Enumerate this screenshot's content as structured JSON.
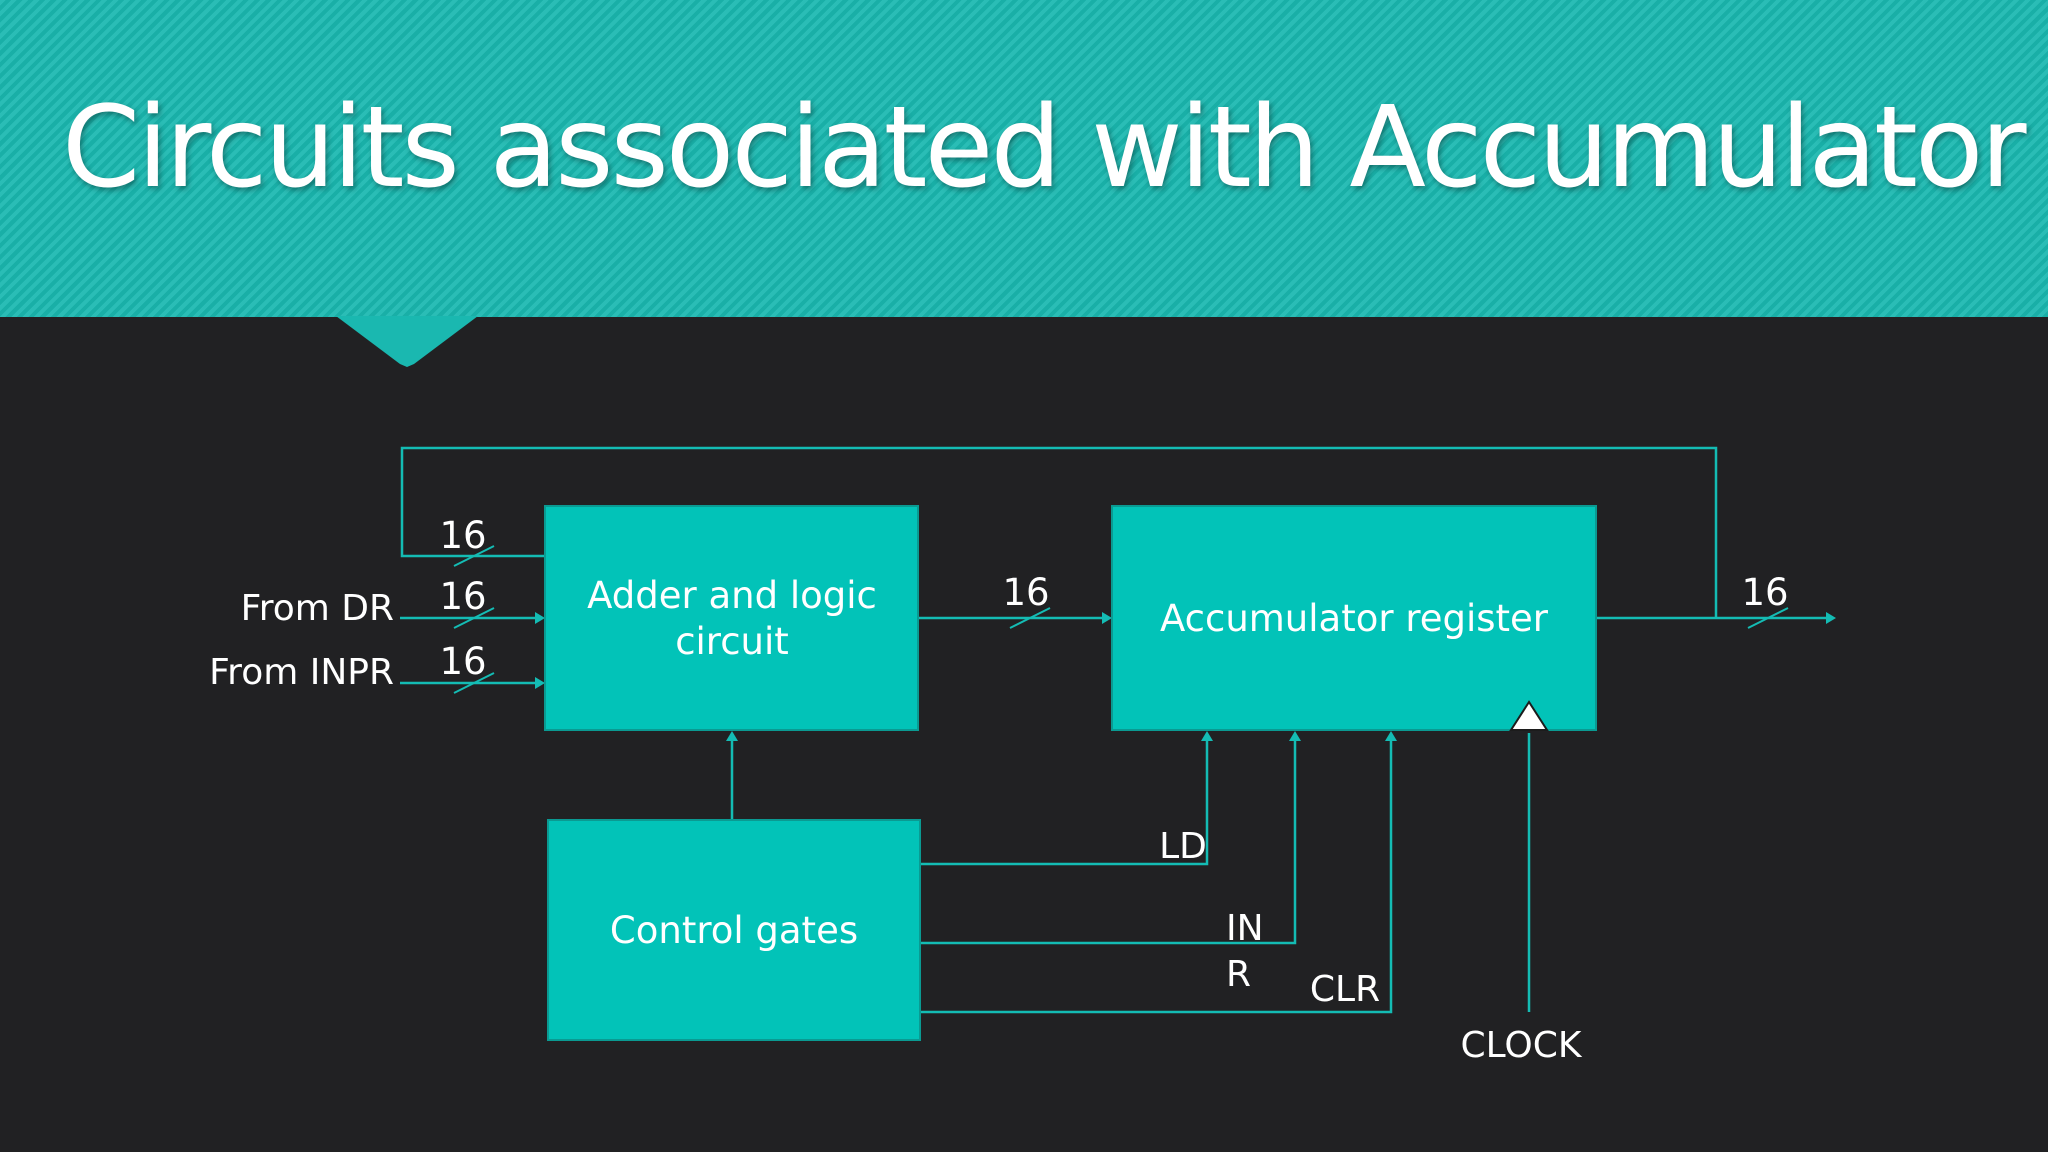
{
  "slide": {
    "title": "Circuits associated with Accumulator",
    "colors": {
      "accent": "#1ab8b0",
      "block_fill": "#02c3b8",
      "wire": "#14bcb4",
      "background": "#212123",
      "text": "#ffffff"
    }
  },
  "diagram": {
    "blocks": {
      "adder": {
        "line1": "Adder and logic",
        "line2": "circuit"
      },
      "accumulator": {
        "label": "Accumulator register"
      },
      "control": {
        "label": "Control gates"
      }
    },
    "inputs": {
      "from_dr": "From DR",
      "from_inpr": "From INPR"
    },
    "bus_widths": {
      "feedback": "16",
      "from_dr": "16",
      "from_inpr": "16",
      "adder_to_ac": "16",
      "ac_output": "16"
    },
    "control_signals": {
      "ld": "LD",
      "inr_line1": "IN",
      "inr_line2": "R",
      "clr": "CLR",
      "clock": "CLOCK"
    }
  }
}
